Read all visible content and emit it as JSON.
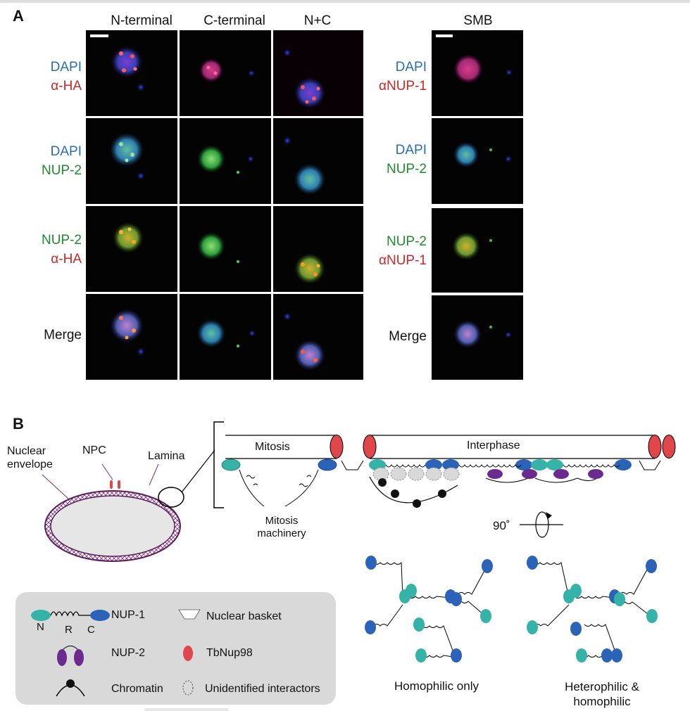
{
  "panel_a": {
    "label": "A",
    "columns": [
      "N-terminal",
      "C-terminal",
      "N+C",
      "SMB"
    ],
    "left_rows": [
      {
        "line1": "DAPI",
        "line2": "α-HA"
      },
      {
        "line1": "DAPI",
        "line2": "NUP-2"
      },
      {
        "line1": "NUP-2",
        "line2": "α-HA"
      },
      {
        "line1": "Merge",
        "line2": ""
      }
    ],
    "right_rows": [
      {
        "line1": "DAPI",
        "line2": "αNUP-1"
      },
      {
        "line1": "DAPI",
        "line2": "NUP-2"
      },
      {
        "line1": "NUP-2",
        "line2": "αNUP-1"
      },
      {
        "line1": "Merge",
        "line2": ""
      }
    ]
  },
  "panel_b": {
    "label": "B",
    "nuclear_envelope": "Nuclear\nenvelope",
    "npc": "NPC",
    "lamina": "Lamina",
    "mitosis": "Mitosis",
    "mitosis_machinery": "Mitosis\nmachinery",
    "interphase": "Interphase",
    "rotation": "90˚",
    "homophilic": "Homophilic only",
    "heterophilic": "Heterophilic &\nhomophilic"
  },
  "legend": {
    "n": "N",
    "r": "R",
    "c": "C",
    "nup1": "NUP-1",
    "nup2": "NUP-2",
    "chromatin": "Chromatin",
    "basket": "Nuclear basket",
    "tbnup98": "TbNup98",
    "unidentified": "Unidentified interactors"
  },
  "colors": {
    "nup1_n": "#36b3a8",
    "nup1_c": "#2a63b8",
    "nup2": "#6a2a8f",
    "tbnup98": "#e0474c",
    "lamina": "#7a2d7a",
    "nucleus_fill": "#e6e6e6"
  }
}
